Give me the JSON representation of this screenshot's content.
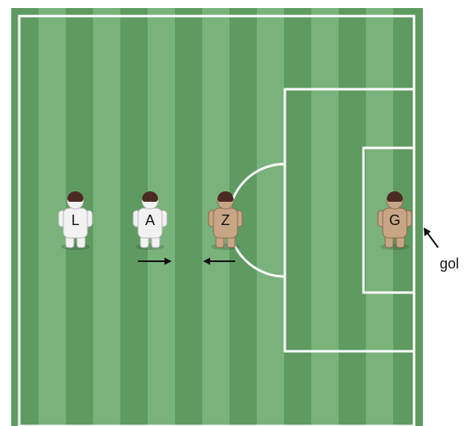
{
  "players": [
    {
      "label": "L",
      "team": "white"
    },
    {
      "label": "A",
      "team": "white"
    },
    {
      "label": "Z",
      "team": "tan"
    },
    {
      "label": "G",
      "team": "tan"
    }
  ],
  "annotation": {
    "text": "gol"
  },
  "colors": {
    "stripe_light": "#7ab27c",
    "stripe_dark": "#5f9a61",
    "line": "#ffffff",
    "white_kit": "#f2f2f2",
    "tan_kit": "#c7a585",
    "hair": "#4a2a22"
  }
}
